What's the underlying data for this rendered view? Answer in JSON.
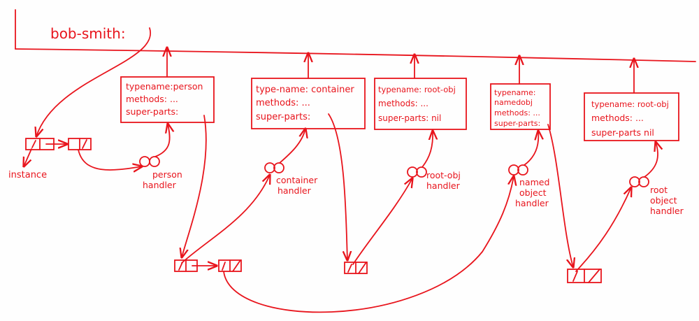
{
  "colors": {
    "ink": "#e8141c",
    "paper": "#fefefe"
  },
  "global": {
    "label": "bob-smith:"
  },
  "instance_label": "instance",
  "type_boxes": [
    {
      "lines": [
        "typename:person",
        "methods: ...",
        "super-parts:"
      ]
    },
    {
      "lines": [
        "type-name: container",
        "methods: ...",
        "super-parts:"
      ]
    },
    {
      "lines": [
        "typename: root-obj",
        "methods: ...",
        "super-parts: nil"
      ]
    },
    {
      "lines": [
        "typename:",
        "namedobj",
        "methods: ...",
        "super-parts:"
      ]
    },
    {
      "lines": [
        "typename: root-obj",
        "methods: ...",
        "super-parts nil"
      ]
    }
  ],
  "handlers": [
    {
      "lines": [
        "person",
        "handler"
      ]
    },
    {
      "lines": [
        "container",
        "handler"
      ]
    },
    {
      "lines": [
        "root-obj",
        "handler"
      ]
    },
    {
      "lines": [
        "named",
        "object",
        "handler"
      ]
    },
    {
      "lines": [
        "root",
        "object",
        "handler"
      ]
    }
  ]
}
